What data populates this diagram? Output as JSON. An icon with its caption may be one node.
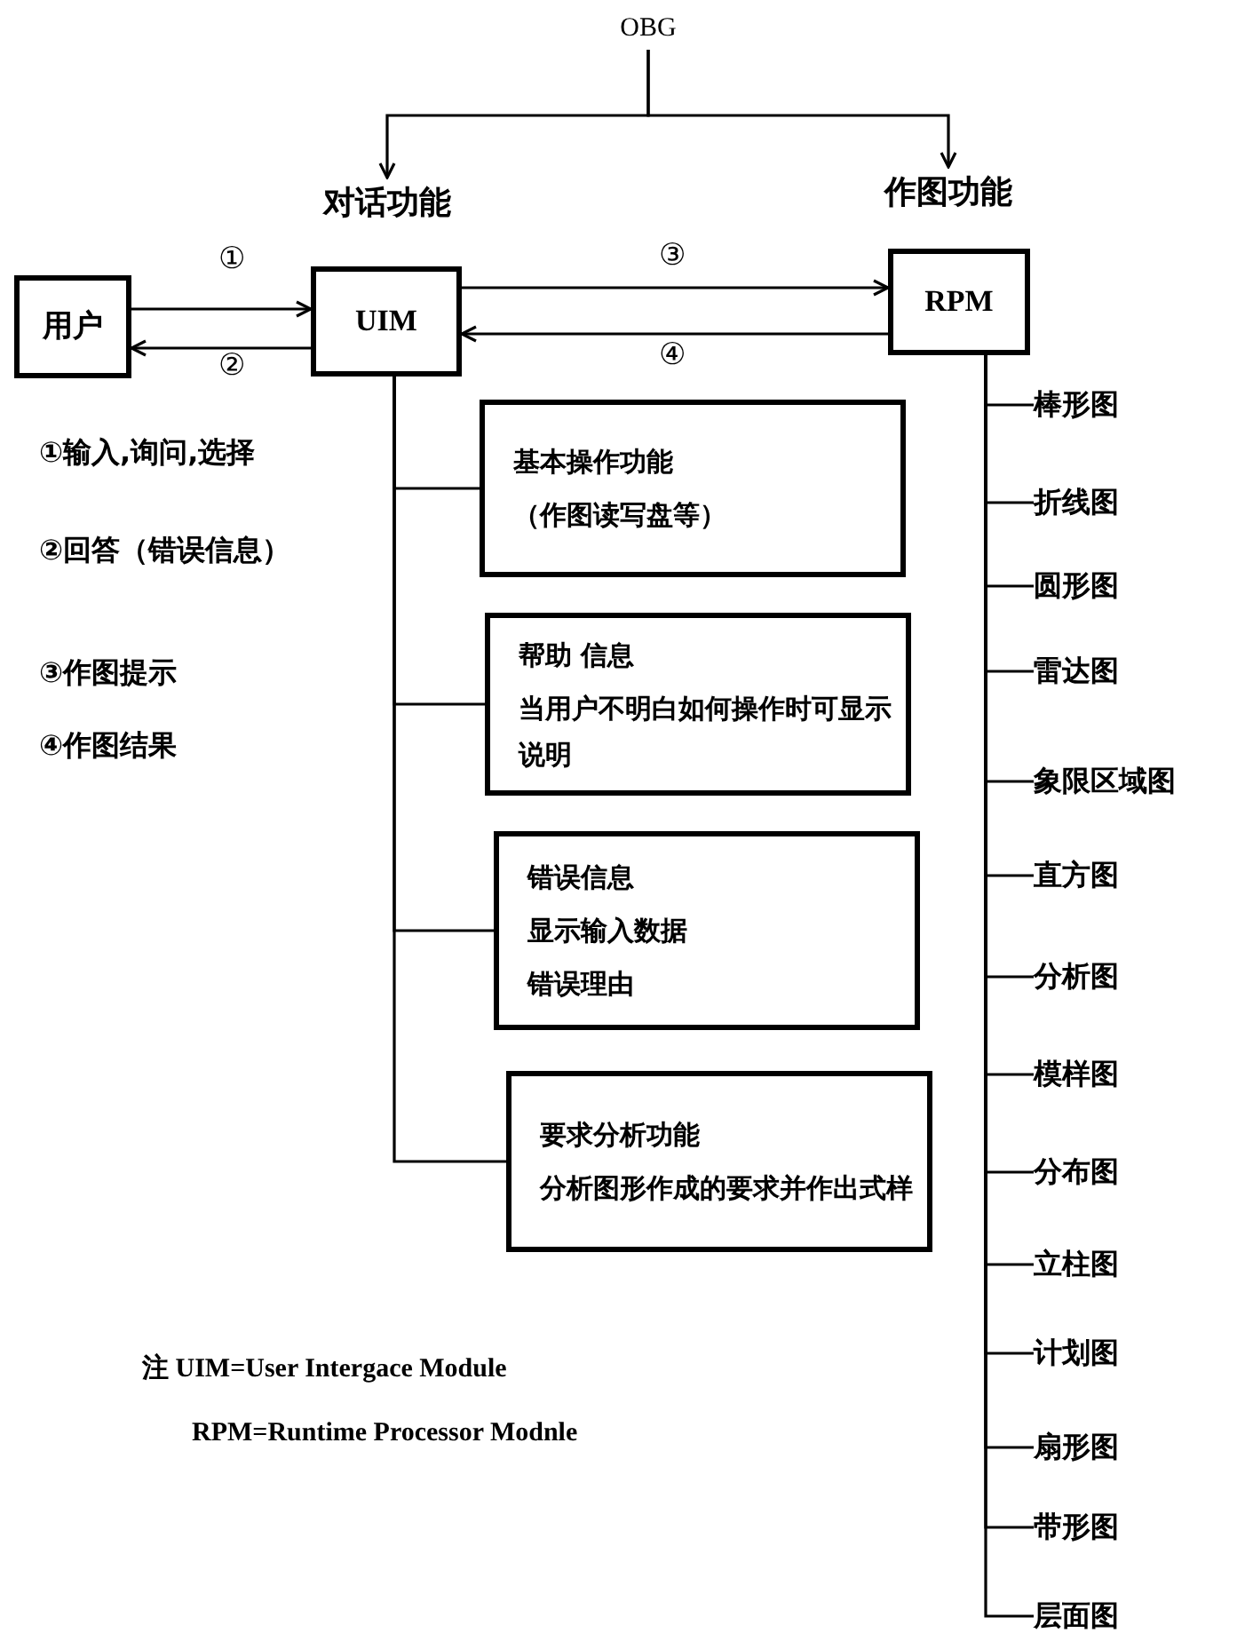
{
  "diagram": {
    "nodes": [
      {
        "text": [
          "OBG"
        ]
      },
      {
        "text": [
          "对话功能"
        ]
      },
      {
        "text": [
          "作图功能"
        ]
      },
      {
        "text": [
          "用户"
        ]
      },
      {
        "text": [
          "UIM"
        ]
      },
      {
        "text": [
          "RPM"
        ]
      },
      {
        "text": [
          "基本操作功能",
          "（作图读写盘等）"
        ]
      },
      {
        "text": [
          "帮助 信息",
          "当用户不明白如何操作时可显示说明"
        ]
      },
      {
        "text": [
          "错误信息",
          "显示输入数据",
          "错误理由"
        ]
      },
      {
        "text": [
          "要求分析功能",
          "分析图形作成的要求并作出式样"
        ]
      },
      {
        "text": [
          "棒形图"
        ]
      },
      {
        "text": [
          "折线图"
        ]
      },
      {
        "text": [
          "圆形图"
        ]
      },
      {
        "text": [
          "雷达图"
        ]
      },
      {
        "text": [
          "象限区域图"
        ]
      },
      {
        "text": [
          "直方图"
        ]
      },
      {
        "text": [
          "分析图"
        ]
      },
      {
        "text": [
          "模样图"
        ]
      },
      {
        "text": [
          "分布图"
        ]
      },
      {
        "text": [
          "立柱图"
        ]
      },
      {
        "text": [
          "计划图"
        ]
      },
      {
        "text": [
          "扇形图"
        ]
      },
      {
        "text": [
          "带形图"
        ]
      },
      {
        "text": [
          "层面图"
        ]
      }
    ],
    "edges": [
      {
        "from": 0,
        "to": 1,
        "arrow": "to"
      },
      {
        "from": 0,
        "to": 2,
        "arrow": "to"
      },
      {
        "from": 3,
        "to": 4,
        "arrow": "to",
        "label": "①"
      },
      {
        "from": 4,
        "to": 3,
        "arrow": "to",
        "label": "②"
      },
      {
        "from": 4,
        "to": 5,
        "arrow": "to",
        "label": "③"
      },
      {
        "from": 5,
        "to": 4,
        "arrow": "to",
        "label": "④"
      },
      {
        "from": 4,
        "to": 6,
        "arrow": "none"
      },
      {
        "from": 4,
        "to": 7,
        "arrow": "none"
      },
      {
        "from": 4,
        "to": 8,
        "arrow": "none"
      },
      {
        "from": 4,
        "to": 9,
        "arrow": "none"
      },
      {
        "from": 5,
        "to": 10,
        "arrow": "none"
      },
      {
        "from": 5,
        "to": 11,
        "arrow": "none"
      },
      {
        "from": 5,
        "to": 12,
        "arrow": "none"
      },
      {
        "from": 5,
        "to": 13,
        "arrow": "none"
      },
      {
        "from": 5,
        "to": 14,
        "arrow": "none"
      },
      {
        "from": 5,
        "to": 15,
        "arrow": "none"
      },
      {
        "from": 5,
        "to": 16,
        "arrow": "none"
      },
      {
        "from": 5,
        "to": 17,
        "arrow": "none"
      },
      {
        "from": 5,
        "to": 18,
        "arrow": "none"
      },
      {
        "from": 5,
        "to": 19,
        "arrow": "none"
      },
      {
        "from": 5,
        "to": 20,
        "arrow": "none"
      },
      {
        "from": 5,
        "to": 21,
        "arrow": "none"
      },
      {
        "from": 5,
        "to": 22,
        "arrow": "none"
      },
      {
        "from": 5,
        "to": 23,
        "arrow": "none"
      }
    ],
    "labels": [
      "①输入,询问,选择",
      "②回答（错误信息）",
      "③作图提示",
      "④作图结果",
      "注 UIM=User Intergace Module",
      "RPM=Runtime Processor Modnle"
    ]
  }
}
